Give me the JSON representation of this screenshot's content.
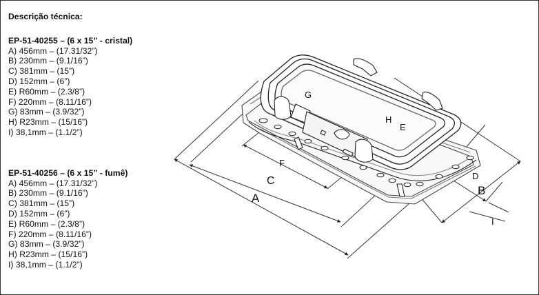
{
  "heading": "Descrição técnica:",
  "models": [
    {
      "title": "EP-51-40255 – (6 x 15” - cristal)",
      "lines": [
        "A) 456mm – (17.31/32”)",
        "B) 230mm – (9.1/16”)",
        "C) 381mm – (15”)",
        "D) 152mm – (6”)",
        "E) R60mm – (2.3/8”)",
        "F) 220mm – (8.11/16”)",
        "G) 83mm – (3.9/32”)",
        "H) R23mm – (15/16”)",
        "I) 38,1mm – (1.1/2”)"
      ]
    },
    {
      "title": "EP-51-40256 – (6 x 15” - fumê)",
      "lines": [
        "A) 456mm – (17.31/32”)",
        "B) 230mm – (9.1/16”)",
        "C) 381mm – (15”)",
        "D) 152mm – (6”)",
        "E) R60mm – (2.3/8”)",
        "F) 220mm – (8.11/16”)",
        "G) 83mm – (3.9/32”)",
        "H) R23mm – (15/16”)",
        "I) 38,1mm – (1.1/2”)"
      ]
    }
  ],
  "drawing": {
    "labels": {
      "a": "A",
      "b": "B",
      "c": "C",
      "d": "D",
      "e": "E",
      "f": "F",
      "g": "G",
      "h": "H",
      "i": "I"
    }
  }
}
